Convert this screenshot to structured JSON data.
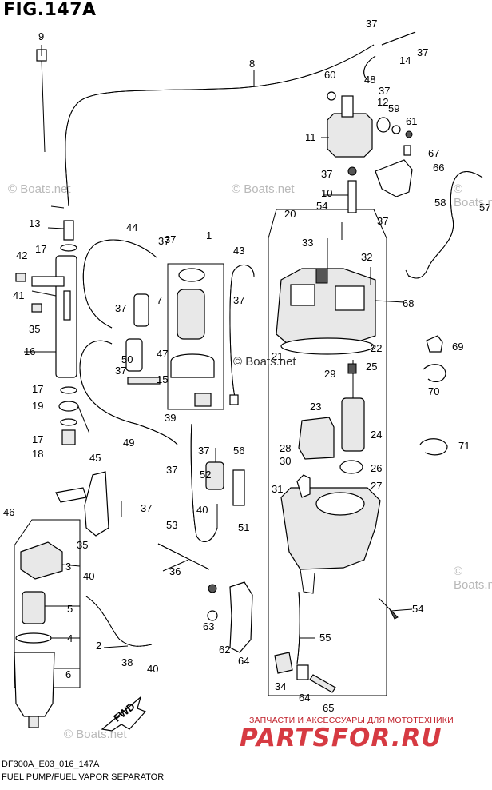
{
  "figure": {
    "title": "FIG.147A",
    "code": "DF300A_E03_016_147A",
    "name": "FUEL PUMP/FUEL VAPOR SEPARATOR"
  },
  "watermarks": [
    "© Boats.net",
    "© Boats.net",
    "© Boats.net",
    "© Boats.net",
    "© Boats.net",
    "© Boats.net"
  ],
  "brand": {
    "caption": "ЗАПЧАСТИ И АКСЕССУАРЫ ДЛЯ МОТОТЕХНИКИ",
    "logo": "PARTSFOR.RU"
  },
  "fwd_label": "FWD",
  "callouts": [
    "9",
    "8",
    "37",
    "14",
    "37",
    "48",
    "37",
    "60",
    "12",
    "59",
    "61",
    "11",
    "67",
    "66",
    "37",
    "58",
    "57",
    "10",
    "54",
    "37",
    "20",
    "37",
    "13",
    "17",
    "42",
    "41",
    "35",
    "44",
    "37",
    "1",
    "43",
    "33",
    "32",
    "68",
    "7",
    "37",
    "37",
    "16",
    "37",
    "47",
    "22",
    "69",
    "50",
    "15",
    "21",
    "25",
    "29",
    "70",
    "17",
    "19",
    "39",
    "23",
    "49",
    "17",
    "18",
    "37",
    "56",
    "28",
    "24",
    "30",
    "26",
    "71",
    "45",
    "37",
    "52",
    "31",
    "27",
    "46",
    "40",
    "51",
    "53",
    "35",
    "3",
    "36",
    "40",
    "37",
    "5",
    "54",
    "4",
    "2",
    "63",
    "62",
    "64",
    "55",
    "6",
    "38",
    "40",
    "34",
    "64",
    "65"
  ]
}
